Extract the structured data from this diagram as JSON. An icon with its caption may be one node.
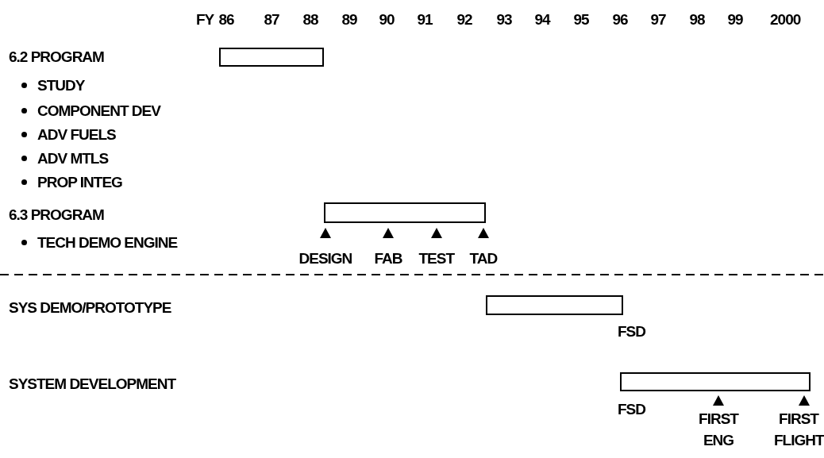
{
  "diagram": {
    "nodes": [
      {
        "text": [],
        "shape": "bar"
      },
      {
        "text": [],
        "shape": "bar"
      },
      {
        "text": [],
        "shape": "bar",
        "beside": [
          "FSD"
        ]
      },
      {
        "text": [],
        "shape": "bar",
        "beside": [
          "FSD"
        ]
      }
    ],
    "labels": [
      "FY",
      "86",
      "87",
      "88",
      "89",
      "90",
      "91",
      "92",
      "93",
      "94",
      "95",
      "96",
      "97",
      "98",
      "99",
      "2000",
      "6.2 PROGRAM",
      "STUDY",
      "COMPONENT DEV",
      "ADV FUELS",
      "ADV MTLS",
      "PROP INTEG",
      "6.3 PROGRAM",
      "TECH DEMO ENGINE",
      "DESIGN",
      "FAB",
      "TEST",
      "TAD",
      "SYS DEMO/PROTOTYPE",
      "SYSTEM DEVELOPMENT",
      "FIRST ENG",
      "FIRST FLIGHT"
    ]
  }
}
